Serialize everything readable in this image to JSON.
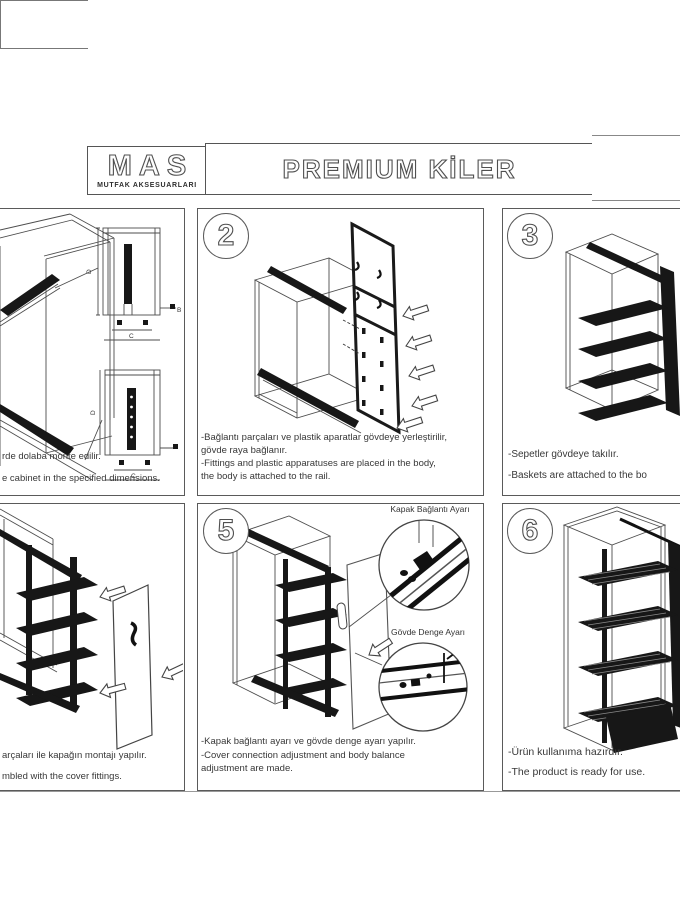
{
  "header": {
    "brand_name": "MAS",
    "brand_subtitle": "MUTFAK AKSESUARLARI",
    "product_title": "PREMIUM KİLER"
  },
  "panels": {
    "p1": {
      "lines": [
        "rde dolaba monte edilir.",
        "e cabinet in the specified dimensions."
      ],
      "dim_labels": {
        "d": "D",
        "c": "C",
        "b": "B"
      }
    },
    "p2": {
      "number": "2",
      "lines": [
        "-Bağlantı parçaları ve plastik aparatlar gövdeye yerleştirilir,",
        "gövde raya bağlanır.",
        "-Fittings and plastic apparatuses are placed in the body,",
        "the body is attached to the rail."
      ]
    },
    "p3": {
      "number": "3",
      "lines": [
        "-Sepetler gövdeye takılır.",
        "-Baskets are attached to the bo"
      ]
    },
    "p4": {
      "lines": [
        "arçaları ile kapağın montajı yapılır.",
        "mbled with the cover fittings."
      ]
    },
    "p5": {
      "number": "5",
      "callout_top": "Kapak Bağlantı Ayarı",
      "callout_bottom": "Gövde Denge Ayarı",
      "lines": [
        "-Kapak bağlantı ayarı ve gövde denge ayarı yapılır.",
        "-Cover connection adjustment and body balance",
        "adjustment are made."
      ]
    },
    "p6": {
      "number": "6",
      "lines": [
        "-Ürün kullanıma hazırdır.",
        "-The product is ready for use."
      ]
    }
  }
}
